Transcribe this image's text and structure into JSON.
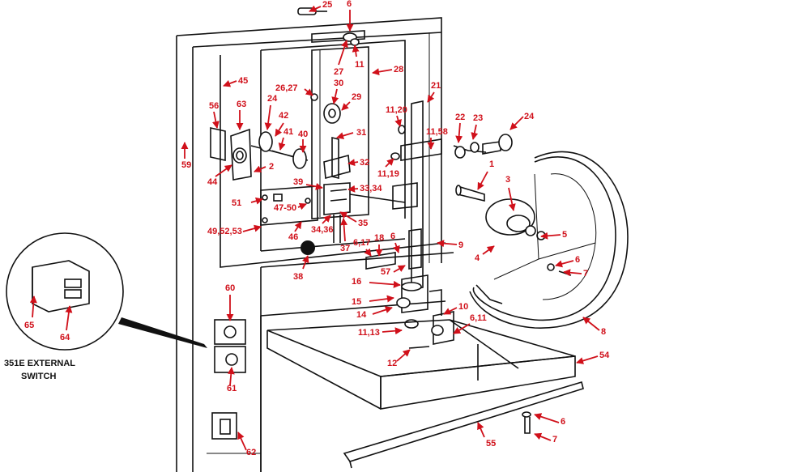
{
  "colors": {
    "callout": "#d0101a",
    "line_art": "#111111",
    "background": "#ffffff"
  },
  "inset_caption": {
    "line1": "351E EXTERNAL",
    "line2": "SWITCH"
  },
  "callouts": [
    "25",
    "6",
    "11",
    "27",
    "28",
    "45",
    "26,27",
    "30",
    "21",
    "29",
    "56",
    "63",
    "24",
    "42",
    "40",
    "11,20",
    "22",
    "23",
    "24",
    "31",
    "11,58",
    "41",
    "59",
    "44",
    "2",
    "32",
    "11,19",
    "1",
    "3",
    "39",
    "33,34",
    "51",
    "47-50",
    "34,36",
    "35",
    "49,52,53",
    "46",
    "37",
    "18",
    "6,17",
    "6",
    "9",
    "5",
    "4",
    "57",
    "6",
    "7",
    "38",
    "16",
    "15",
    "14",
    "10",
    "8",
    "11,13",
    "6,11",
    "54",
    "12",
    "60",
    "61",
    "62",
    "6",
    "55",
    "7",
    "65",
    "64"
  ]
}
